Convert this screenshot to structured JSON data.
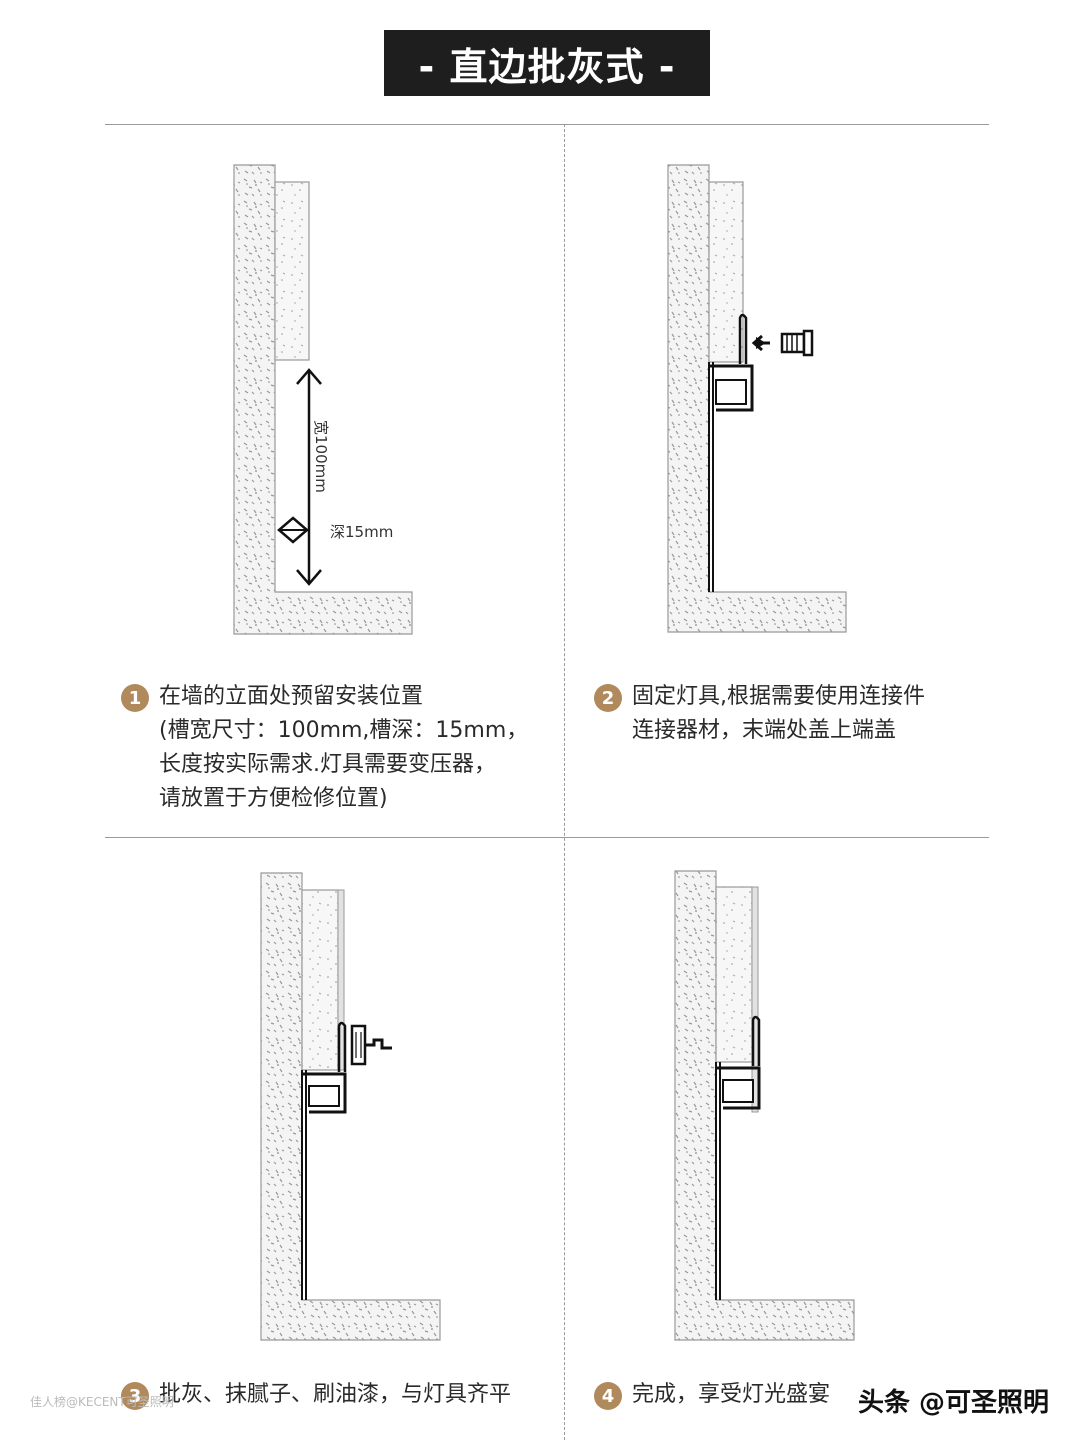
{
  "title": "- 直边批灰式 -",
  "dimensions": {
    "width": "宽100mm",
    "depth": "深15mm"
  },
  "steps": [
    {
      "num": "1",
      "lines": [
        "在墙的立面处预留安装位置",
        "(槽宽尺寸：100mm,槽深：15mm，",
        "长度按实际需求.灯具需要变压器，",
        "请放置于方便检修位置)"
      ]
    },
    {
      "num": "2",
      "lines": [
        "固定灯具,根据需要使用连接件",
        "连接器材，末端处盖上端盖"
      ]
    },
    {
      "num": "3",
      "lines": [
        "批灰、抹腻子、刷油漆，与灯具齐平"
      ]
    },
    {
      "num": "4",
      "lines": [
        "完成，享受灯光盛宴"
      ]
    }
  ],
  "watermark": "头条 @可圣照明",
  "watermark_left": "佳人榜@KECENT可圣照明",
  "colors": {
    "badge": "#b08a5c",
    "title_bg": "#1e1e1e",
    "line": "#9a9a9a"
  }
}
